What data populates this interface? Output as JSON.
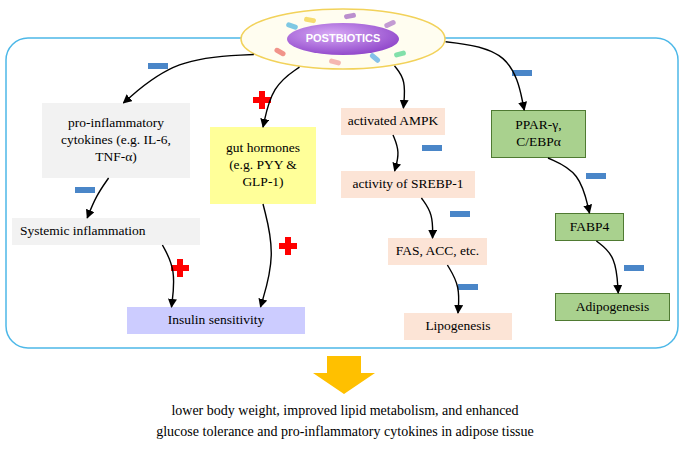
{
  "diagram": {
    "caption": "lower body weight, improved lipid metabolism, and enhanced glucose tolerance and pro-inflammatory cytokines in adipose tissue",
    "nodes": [
      {
        "text": [
          "POSTBIOTICS"
        ]
      },
      {
        "text": [
          "pro-inflammatory cytokines (e.g. IL-6, TNF-α)"
        ]
      },
      {
        "text": [
          "Systemic inflammation"
        ]
      },
      {
        "text": [
          "gut hormones (e.g. PYY & GLP-1)"
        ]
      },
      {
        "text": [
          "Insulin sensitivity"
        ]
      },
      {
        "text": [
          "activated AMPK"
        ]
      },
      {
        "text": [
          "activity of SREBP-1"
        ]
      },
      {
        "text": [
          "FAS, ACC, etc."
        ]
      },
      {
        "text": [
          "Lipogenesis"
        ]
      },
      {
        "text": [
          "PPAR-γ, C/EBPα"
        ]
      },
      {
        "text": [
          "FABP4"
        ]
      },
      {
        "text": [
          "Adipogenesis"
        ]
      }
    ],
    "edges": [
      {
        "from": 0,
        "to": 1,
        "arrow": "to"
      },
      {
        "from": 0,
        "to": 3,
        "arrow": "to"
      },
      {
        "from": 0,
        "to": 5,
        "arrow": "to"
      },
      {
        "from": 0,
        "to": 9,
        "arrow": "to"
      },
      {
        "from": 1,
        "to": 2,
        "arrow": "to"
      },
      {
        "from": 2,
        "to": 4,
        "arrow": "to"
      },
      {
        "from": 3,
        "to": 4,
        "arrow": "to"
      },
      {
        "from": 5,
        "to": 6,
        "arrow": "to"
      },
      {
        "from": 6,
        "to": 7,
        "arrow": "to"
      },
      {
        "from": 7,
        "to": 8,
        "arrow": "to"
      },
      {
        "from": 9,
        "to": 10,
        "arrow": "to"
      },
      {
        "from": 10,
        "to": 11,
        "arrow": "to"
      }
    ]
  }
}
